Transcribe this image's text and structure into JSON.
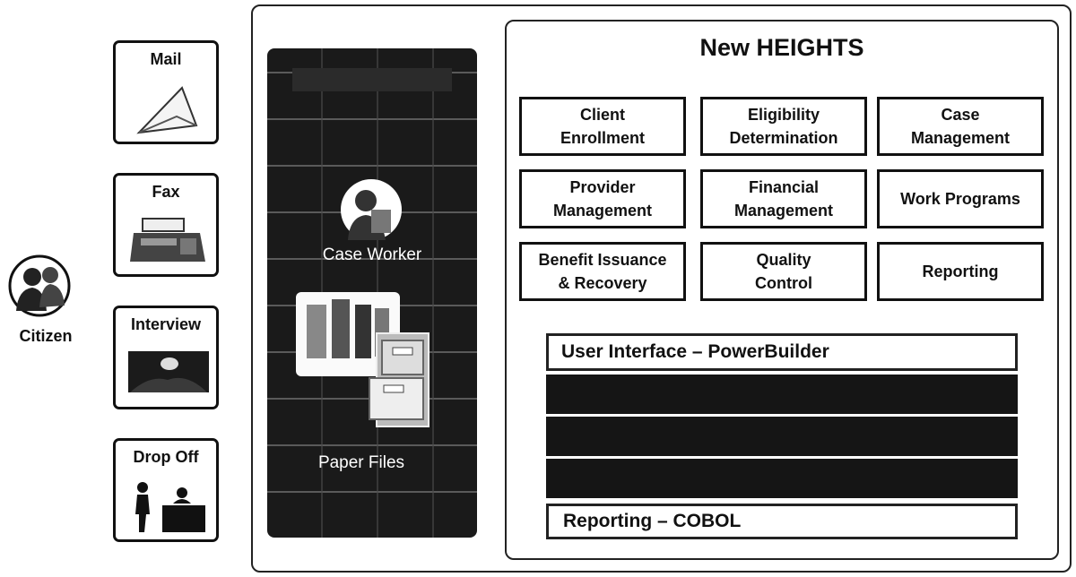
{
  "citizen": {
    "label": "Citizen"
  },
  "channels": [
    {
      "label": "Mail",
      "icon": "envelope-icon"
    },
    {
      "label": "Fax",
      "icon": "fax-machine-icon"
    },
    {
      "label": "Interview",
      "icon": "interview-photo-icon"
    },
    {
      "label": "Drop Off",
      "icon": "drop-off-icon"
    }
  ],
  "legacy_panel": {
    "caseworker_label": "Case Worker",
    "paperfiles_label": "Paper Files"
  },
  "new_heights": {
    "title": "New HEIGHTS",
    "modules": [
      [
        "Client",
        "Enrollment"
      ],
      [
        "Eligibility",
        "Determination"
      ],
      [
        "Case",
        "Management"
      ],
      [
        "Provider",
        "Management"
      ],
      [
        "Financial",
        "Management"
      ],
      [
        "Work Programs"
      ],
      [
        "Benefit Issuance",
        "& Recovery"
      ],
      [
        "Quality",
        "Control"
      ],
      [
        "Reporting"
      ]
    ],
    "layers": {
      "top": "User Interface – PowerBuilder",
      "bottom": "Reporting – COBOL"
    }
  }
}
